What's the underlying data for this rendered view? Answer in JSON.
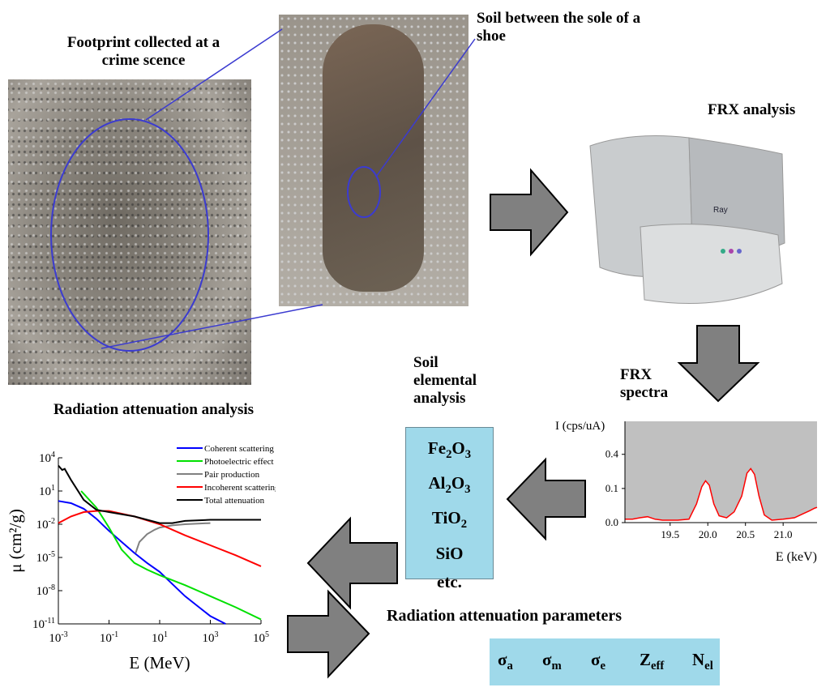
{
  "labels": {
    "footprint_title": "Footprint collected at a crime scence",
    "shoe_title": "Soil between the sole of a shoe",
    "frx_analysis": "FRX analysis",
    "frx_spectra": "FRX spectra",
    "soil_elemental": "Soil elemental analysis",
    "attenuation_analysis": "Radiation attenuation analysis",
    "attenuation_parameters": "Radiation attenuation parameters",
    "machine_brand": "Ray"
  },
  "compounds": [
    {
      "base": "Fe",
      "s1": "2",
      "mid": "O",
      "s2": "3"
    },
    {
      "base": "Al",
      "s1": "2",
      "mid": "O",
      "s2": "3"
    },
    {
      "base": "TiO",
      "s1": "",
      "mid": "",
      "s2": "2"
    },
    {
      "base": "SiO",
      "s1": "",
      "mid": "",
      "s2": ""
    },
    {
      "base": "etc.",
      "s1": "",
      "mid": "",
      "s2": ""
    }
  ],
  "parameters": [
    {
      "sym": "σ",
      "sub": "a"
    },
    {
      "sym": "σ",
      "sub": "m"
    },
    {
      "sym": "σ",
      "sub": "e"
    },
    {
      "sym": "Z",
      "sub": "eff"
    },
    {
      "sym": "N",
      "sub": "el"
    }
  ],
  "colors": {
    "box": "#9fd9ea",
    "arrow": "#808080",
    "ellipse": "#3b3bd0"
  },
  "chart_data": [
    {
      "type": "line",
      "title": "Radiation attenuation analysis",
      "xlabel": "E (MeV)",
      "ylabel": "μ (cm²/g)",
      "xscale": "log",
      "yscale": "log",
      "xlim_log10": [
        -3,
        5
      ],
      "ylim_log10": [
        -11,
        4
      ],
      "xticks": [
        "10-3",
        "10-1",
        "101",
        "103",
        "105"
      ],
      "yticks": [
        "104",
        "101",
        "10-2",
        "10-5",
        "10-8",
        "10-11"
      ],
      "legend_position": "top-right",
      "series": [
        {
          "name": "Coherent scattering",
          "color": "#0000ff",
          "log10_x": [
            -3,
            -2.5,
            -2,
            -1.5,
            -1,
            -0.5,
            0,
            0.5,
            1,
            1.5,
            2,
            2.5,
            3,
            3.6
          ],
          "log10_y": [
            0.1,
            -0.1,
            -0.6,
            -1.5,
            -2.6,
            -3.6,
            -4.6,
            -5.5,
            -6.3,
            -7.4,
            -8.5,
            -9.4,
            -10.3,
            -11
          ]
        },
        {
          "name": "Photoelectric effect",
          "color": "#00e000",
          "log10_x": [
            -2.1,
            -1.5,
            -1,
            -0.5,
            0,
            0.5,
            1,
            2,
            3,
            4,
            5
          ],
          "log10_y": [
            1.0,
            -0.5,
            -2.3,
            -4.3,
            -5.5,
            -6.1,
            -6.6,
            -7.5,
            -8.5,
            -9.5,
            -10.6
          ]
        },
        {
          "name": "Pair production",
          "color": "#808080",
          "log10_x": [
            0.05,
            0.2,
            0.5,
            0.8,
            1,
            1.5,
            2,
            3
          ],
          "log10_y": [
            -4.6,
            -3.6,
            -2.9,
            -2.5,
            -2.3,
            -2.1,
            -2.0,
            -1.9
          ]
        },
        {
          "name": "Incoherent scattering",
          "color": "#ff0000",
          "log10_x": [
            -3,
            -2.5,
            -2,
            -1.5,
            -1,
            0,
            1,
            2,
            3,
            4,
            5
          ],
          "log10_y": [
            -1.9,
            -1.3,
            -0.9,
            -0.8,
            -0.8,
            -1.3,
            -2.0,
            -3.0,
            -3.9,
            -4.8,
            -5.8
          ]
        },
        {
          "name": "Total attenuation",
          "color": "#000000",
          "log10_x": [
            -3,
            -2.85,
            -2.75,
            -2.5,
            -2,
            -1.5,
            -1,
            0,
            1,
            1.5,
            2,
            3,
            5
          ],
          "log10_y": [
            3.3,
            2.9,
            3.0,
            2.0,
            0.2,
            -0.7,
            -0.9,
            -1.3,
            -1.9,
            -1.9,
            -1.7,
            -1.6,
            -1.6
          ]
        }
      ]
    },
    {
      "type": "line",
      "title": "FRX spectra",
      "xlabel": "E (keV)",
      "ylabel": "I (cps/uA)",
      "xlim": [
        18.9,
        21.45
      ],
      "ylim": [
        0,
        0.88
      ],
      "yscale": "sqrt",
      "xticks": [
        "19.5",
        "20.0",
        "20.5",
        "21.0"
      ],
      "yticks": [
        "0.0",
        "0.1",
        "0.4"
      ],
      "series": [
        {
          "name": "spectrum",
          "color": "#ff0000",
          "x": [
            18.9,
            19.0,
            19.1,
            19.2,
            19.3,
            19.4,
            19.6,
            19.75,
            19.85,
            19.92,
            19.97,
            20.02,
            20.08,
            20.15,
            20.25,
            20.35,
            20.45,
            20.52,
            20.57,
            20.62,
            20.68,
            20.75,
            20.85,
            21.0,
            21.15,
            21.25,
            21.35,
            21.42,
            21.45
          ],
          "y": [
            0.001,
            0.001,
            0.002,
            0.003,
            0.001,
            0.0005,
            0.0005,
            0.001,
            0.03,
            0.11,
            0.15,
            0.12,
            0.03,
            0.004,
            0.002,
            0.01,
            0.06,
            0.21,
            0.25,
            0.2,
            0.06,
            0.005,
            0.0005,
            0.001,
            0.002,
            0.006,
            0.012,
            0.018,
            0.02
          ]
        }
      ]
    }
  ]
}
